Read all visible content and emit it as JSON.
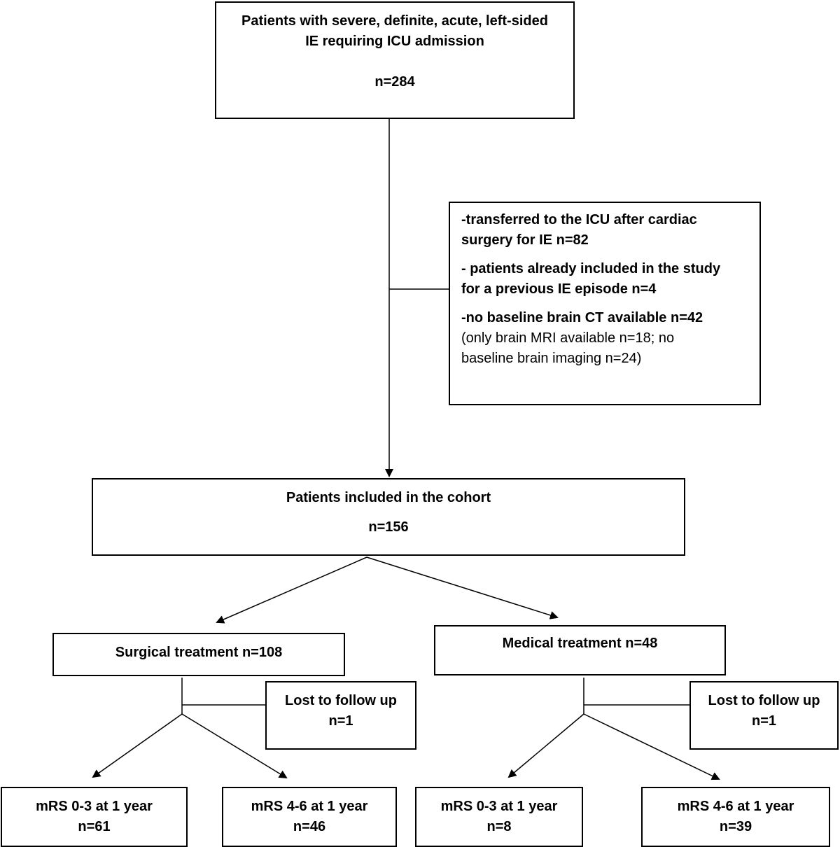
{
  "top_box": {
    "line1": "Patients with severe, definite, acute, left-sided",
    "line2": "IE requiring ICU admission",
    "count": "n=284"
  },
  "exclusions": {
    "item1_line1": "-transferred to the ICU after cardiac",
    "item1_line2": "surgery for IE n=82",
    "item2_line1": "- patients already included in the study",
    "item2_line2": "for a previous IE episode n=4",
    "item3_bold": "-no baseline brain CT available n=42",
    "item3_line2": "(only brain MRI available n=18; no",
    "item3_line3": "baseline brain imaging n=24)"
  },
  "cohort_box": {
    "label": "Patients included in the cohort",
    "count": "n=156"
  },
  "surgical": {
    "label": "Surgical treatment n=108",
    "lost_label": "Lost to follow up",
    "lost_count": "n=1",
    "good": {
      "label": "mRS 0-3 at 1 year",
      "count": "n=61"
    },
    "poor": {
      "label": "mRS 4-6 at 1 year",
      "count": "n=46"
    }
  },
  "medical": {
    "label": "Medical treatment n=48",
    "lost_label": "Lost to follow up",
    "lost_count": "n=1",
    "good": {
      "label": "mRS 0-3 at 1 year",
      "count": "n=8"
    },
    "poor": {
      "label": "mRS 4-6 at 1 year",
      "count": "n=39"
    }
  }
}
